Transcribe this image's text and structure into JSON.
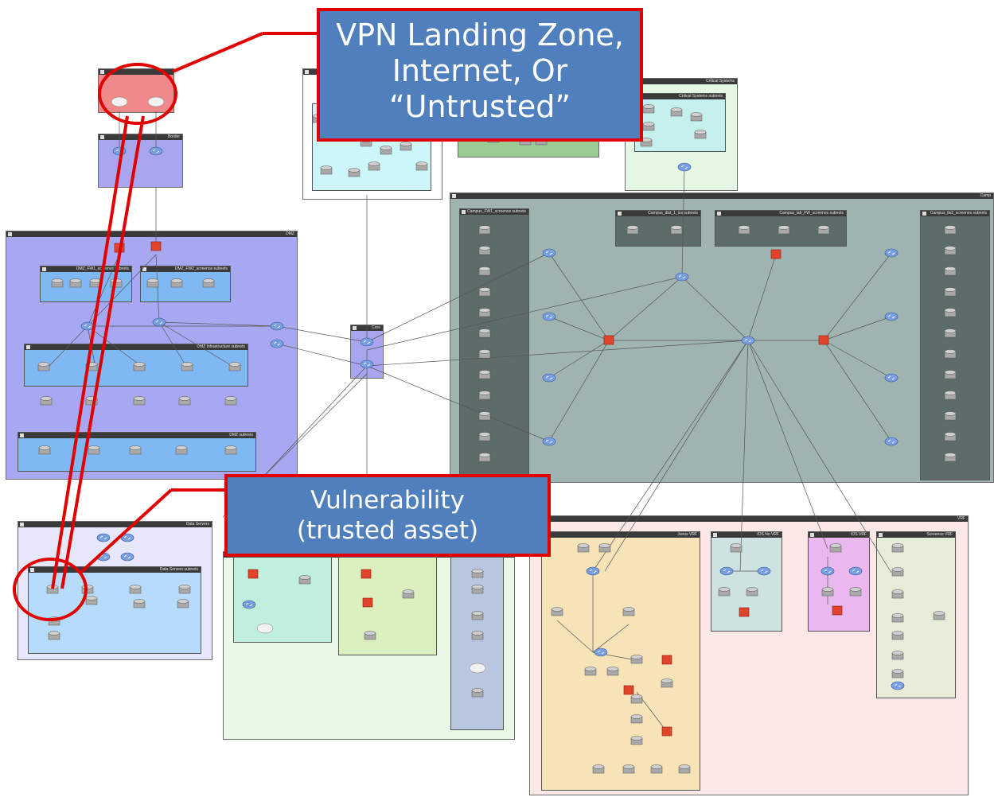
{
  "zones": [
    {
      "id": "untrusted",
      "title": "",
      "color": "#f08a8a"
    },
    {
      "id": "border",
      "title": "Border",
      "color": "#a7a6ee"
    },
    {
      "id": "top-center",
      "title": "",
      "color": "#ffffff"
    },
    {
      "id": "critical",
      "title": "Critical Systems",
      "color": "#e4f7e4"
    },
    {
      "id": "dmz",
      "title": "DMZ",
      "color": "#a8a8f2"
    },
    {
      "id": "core",
      "title": "Core",
      "color": "#a7a6ee"
    },
    {
      "id": "campus",
      "title": "Camp",
      "color": "#9fb3b0"
    },
    {
      "id": "data-servers",
      "title": "Data Servers",
      "color": "#e7e7fb"
    },
    {
      "id": "branch",
      "title": "",
      "color": "#eaf8e8"
    },
    {
      "id": "vrf",
      "title": "VRF",
      "color": "#fde8e8"
    }
  ],
  "subzones": [
    {
      "id": "critical-subnets",
      "title": "Critical Systems subnets"
    },
    {
      "id": "dmz-fw1",
      "title": "DMZ_FW1_screenos subnets"
    },
    {
      "id": "dmz-fw2",
      "title": "DMZ_FW2_screenos subnets"
    },
    {
      "id": "dmz-infra",
      "title": "DMZ Infrastructure subnets"
    },
    {
      "id": "dmz-subnets",
      "title": "DMZ subnets"
    },
    {
      "id": "campus-fw1",
      "title": "Campus_FW1_screenos subnets"
    },
    {
      "id": "campus-dist",
      "title": "Campus_dist_1_ios subnets"
    },
    {
      "id": "campus-lab",
      "title": "Campus_lab_FW_screenos subnets"
    },
    {
      "id": "campus-fw2",
      "title": "Campus_fw2_screenos subnets"
    },
    {
      "id": "data-servers-subnets",
      "title": "Data Servers subnets"
    },
    {
      "id": "junos-vrf",
      "title": "Junos VRF"
    },
    {
      "id": "ios-no-vrf",
      "title": "IOS No VRF"
    },
    {
      "id": "ios-vrf",
      "title": "IOS VRF"
    },
    {
      "id": "screenos-vrf",
      "title": "Screenos VRF"
    }
  ],
  "callouts": {
    "untrusted": [
      "VPN Landing Zone,",
      "Internet, Or",
      "“Untrusted”"
    ],
    "vulnerability": [
      "Vulnerability",
      "(trusted asset)"
    ]
  },
  "colors": {
    "callout_fill": "#4f7fbd",
    "callout_border": "#e00000",
    "highlight": "#e00000",
    "link": "#555555",
    "router": "#7a9fe0",
    "firewall": "#e0452b",
    "host": "#a9a9a9"
  }
}
